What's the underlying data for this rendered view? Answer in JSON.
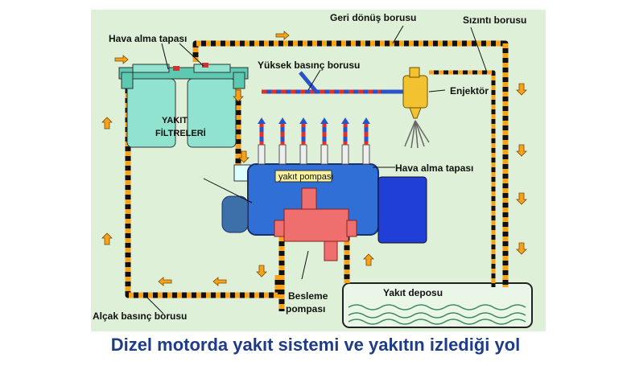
{
  "labels": {
    "return_pipe": "Geri dönüş borusu",
    "leak_pipe": "Sızıntı borusu",
    "air_plug_top": "Hava alma tapası",
    "high_pressure_pipe": "Yüksek basınç borusu",
    "injector": "Enjektör",
    "filters_line1": "YAKIT",
    "filters_line2": "FİLTRELERİ",
    "air_plug_pump": "Hava alma tapası",
    "fuel_pump": "yakıt pompası",
    "fuel_tank": "Yakıt deposu",
    "feed_pump_line1": "Besleme",
    "feed_pump_line2": "pompası",
    "low_pressure_pipe": "Alçak basınç borusu"
  },
  "caption": "Dizel motorda yakıt sistemi ve yakıtın izlediği yol",
  "colors": {
    "background": "#dff0d8",
    "filter": "#8fe3cf",
    "pump": "#2f6fd6",
    "feed_pump": "#ef6f6f",
    "low_pressure_line": "#f7a21b",
    "high_pressure_red": "#e0302a",
    "high_pressure_blue": "#2a52c9",
    "injector": "#f2c230",
    "motor": "#1f3fd6",
    "caption": "#1f3c88"
  },
  "icons": [
    "flow-arrow-icon"
  ]
}
